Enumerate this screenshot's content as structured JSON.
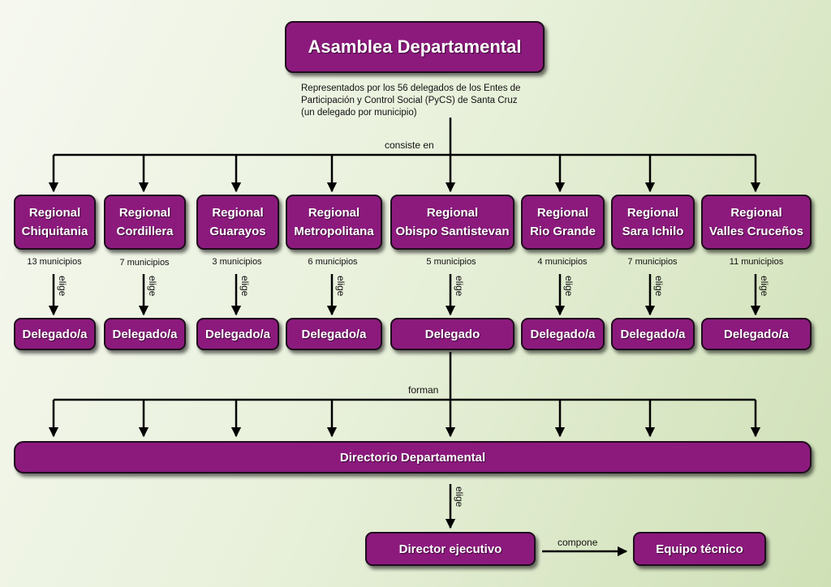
{
  "title": "Asamblea Departamental",
  "description": [
    "Representados por los 56 delegados de los Entes de",
    "Participación y Control Social (PyCS) de Santa Cruz",
    "(un delegado por municipio)"
  ],
  "consiste_label": "consiste en",
  "elige_label": "elige",
  "forman_label": "forman",
  "compone_label": "compone",
  "regionals": [
    {
      "line1": "Regional",
      "line2": "Chiquitania",
      "municipios": "13 municipios",
      "delegate": "Delegado/a"
    },
    {
      "line1": "Regional",
      "line2": "Cordillera",
      "municipios": "7 municipios",
      "delegate": "Delegado/a"
    },
    {
      "line1": "Regional",
      "line2": "Guarayos",
      "municipios": "3 municipios",
      "delegate": "Delegado/a"
    },
    {
      "line1": "Regional",
      "line2": "Metropolitana",
      "municipios": "6 municipios",
      "delegate": "Delegado/a"
    },
    {
      "line1": "Regional",
      "line2": "Obispo Santistevan",
      "municipios": "5 municipios",
      "delegate": "Delegado"
    },
    {
      "line1": "Regional",
      "line2": "Rio Grande",
      "municipios": "4 municipios",
      "delegate": "Delegado/a"
    },
    {
      "line1": "Regional",
      "line2": "Sara Ichilo",
      "municipios": "7 municipios",
      "delegate": "Delegado/a"
    },
    {
      "line1": "Regional",
      "line2": "Valles Cruceños",
      "municipios": "11 municipios",
      "delegate": "Delegado/a"
    }
  ],
  "directorio": "Directorio Departamental",
  "director": "Director ejecutivo",
  "equipo": "Equipo técnico"
}
